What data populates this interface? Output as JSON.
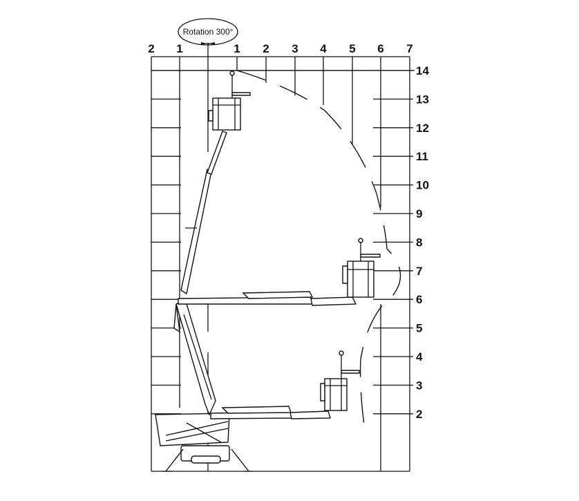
{
  "rotation_label": "Rotation 300°",
  "horizontal_axis": {
    "labels": [
      "2",
      "1",
      "1",
      "2",
      "3",
      "4",
      "5",
      "6",
      "7"
    ]
  },
  "vertical_axis": {
    "labels": [
      "14",
      "13",
      "12",
      "11",
      "10",
      "9",
      "8",
      "7",
      "6",
      "5",
      "4",
      "3",
      "2"
    ]
  }
}
